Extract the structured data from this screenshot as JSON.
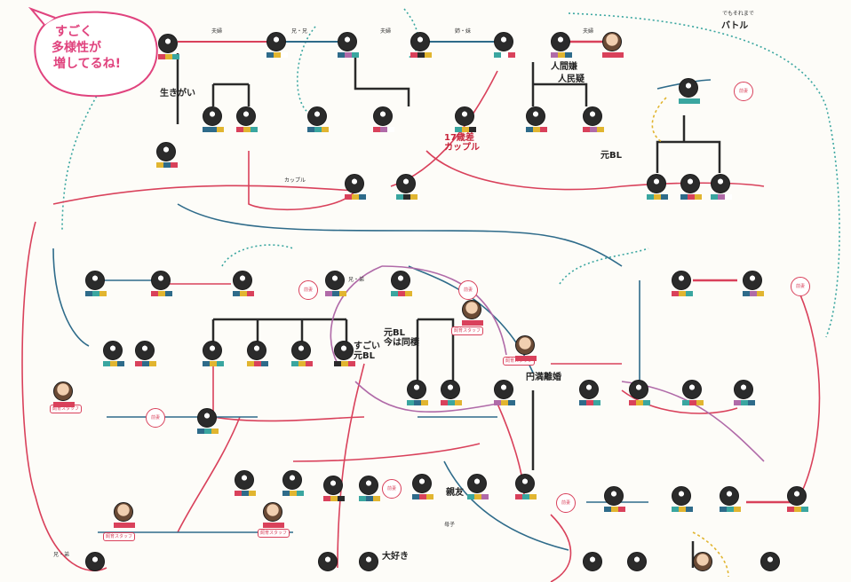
{
  "bubble": {
    "line1": "すごく",
    "line2": "多様性が",
    "line3": "増してるね!"
  },
  "captions": {
    "fufu_top": "夫婦",
    "kyoudai_1": "兄・兄",
    "fufu_2": "夫婦",
    "shimai": "姉・妹",
    "fufu_3": "夫婦",
    "battle": "バトル",
    "battle_sub": "でもそれまで",
    "ningen_gyo": "人間嫌",
    "jinmin": "人民疑",
    "moto_bl": "元BL",
    "kappuru17": "17歳差\nカップル",
    "sugoi_bl": "すごい\n元BL",
    "nanasen": "元BL\n今は同棲",
    "enman": "円満離婚",
    "daisuki": "大好き",
    "shinyu": "親友",
    "ikigai": "生きがい",
    "kappuru": "カップル",
    "kyoudai_2": "兄・弟",
    "chokkou": "兄・弟",
    "boshi": "母子"
  },
  "stamps": {
    "s1": "前妻",
    "s2": "前妻",
    "s3": "前妻",
    "s4": "前妻",
    "s5": "前妻",
    "s6": "前妻",
    "s7": "前妻"
  },
  "staff": {
    "b1": "飼育スタッフ",
    "b2": "飼育スタッフ",
    "b3": "飼育スタッフ",
    "b4": "飼育スタッフ",
    "b5": "飼育スタッフ"
  },
  "colors": {
    "red": "#d9415b",
    "blue": "#2e6b8a",
    "teal": "#3aa6a0",
    "purple": "#b06aa8",
    "black": "#2a2a2a",
    "pink": "#e0437e"
  }
}
